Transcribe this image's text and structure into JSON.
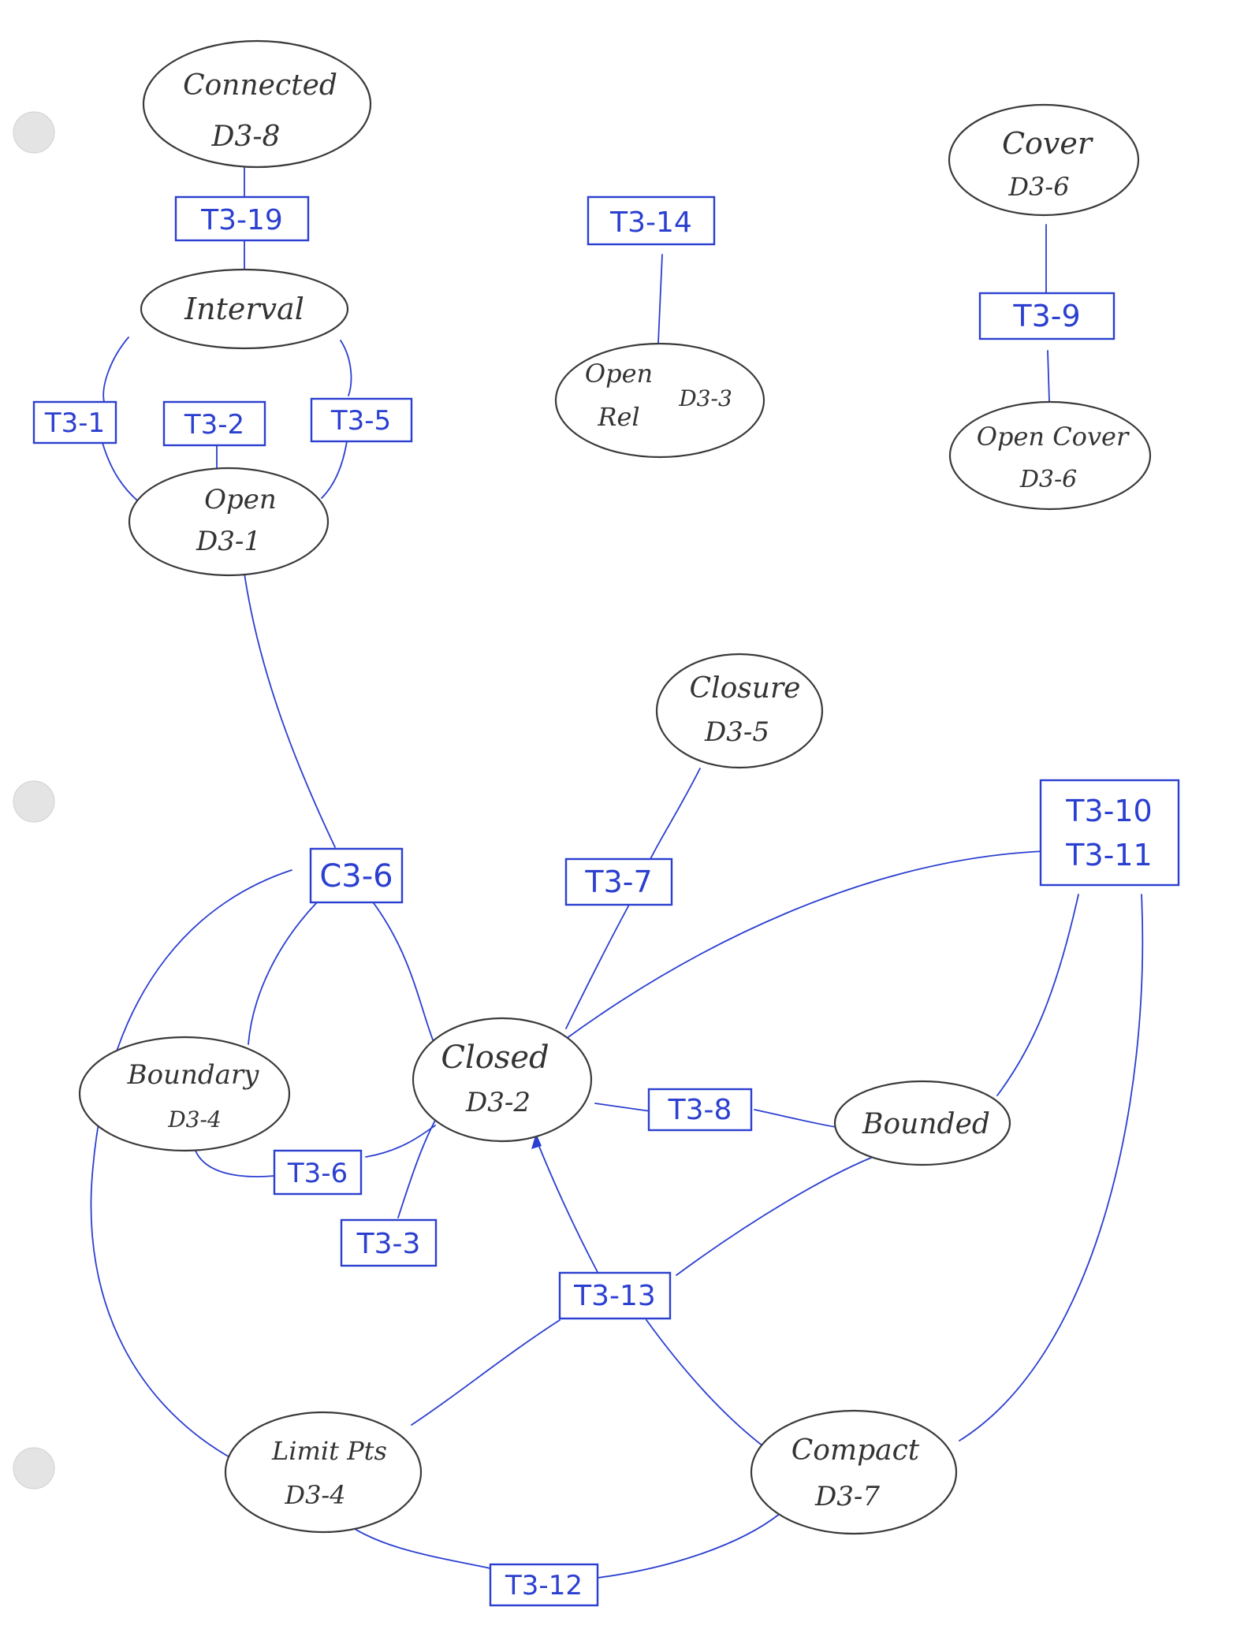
{
  "nodes": {
    "connected": {
      "line1": "Connected",
      "line2": "D3-8"
    },
    "interval": {
      "line1": "Interval"
    },
    "open": {
      "line1": "Open",
      "line2": "D3-1"
    },
    "open_rel": {
      "line1": "Open",
      "line2": "Rel",
      "line3": "D3-3"
    },
    "cover": {
      "line1": "Cover",
      "line2": "D3-6"
    },
    "open_cover": {
      "line1": "Open Cover",
      "line2": "D3-6"
    },
    "closure": {
      "line1": "Closure",
      "line2": "D3-5"
    },
    "boundary": {
      "line1": "Boundary",
      "line2": "D3-4"
    },
    "closed": {
      "line1": "Closed",
      "line2": "D3-2"
    },
    "bounded": {
      "line1": "Bounded"
    },
    "limit_pts": {
      "line1": "Limit Pts",
      "line2": "D3-4"
    },
    "compact": {
      "line1": "Compact",
      "line2": "D3-7"
    }
  },
  "boxes": {
    "t3_19": "T3-19",
    "t3_14": "T3-14",
    "t3_9": "T3-9",
    "t3_1": "T3-1",
    "t3_2": "T3-2",
    "t3_5": "T3-5",
    "c3_6": "C3-6",
    "t3_7": "T3-7",
    "t3_10": "T3-10",
    "t3_11": "T3-11",
    "t3_6": "T3-6",
    "t3_8": "T3-8",
    "t3_3": "T3-3",
    "t3_13": "T3-13",
    "t3_12": "T3-12"
  },
  "colors": {
    "ink_blue": "#2b3fd0",
    "pencil": "#3a3a3a",
    "paper": "#ffffff"
  }
}
